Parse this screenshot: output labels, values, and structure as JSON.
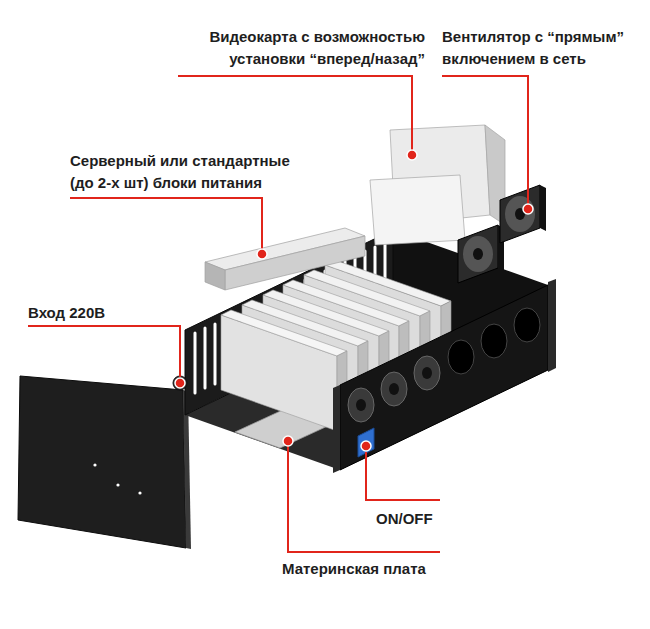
{
  "diagram": {
    "labels": [
      "Видеокарта с возможностью установки “вперед/назад”",
      "Вентилятор с “прямым” включением в сеть",
      "Серверный или стандартные (до 2-х шт) блоки питания",
      "Вход 220В",
      "ON/OFF",
      "Материнская плата"
    ]
  }
}
